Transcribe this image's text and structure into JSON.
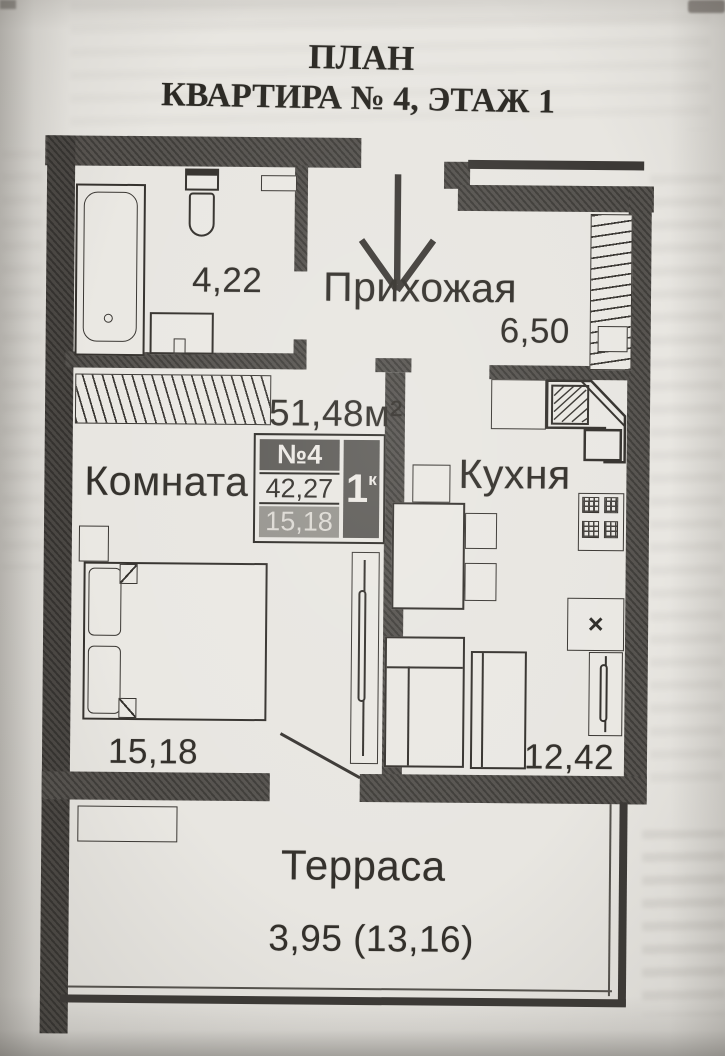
{
  "page": {
    "title_line1": "ПЛАН",
    "title_line2": "КВАРТИРА № 4, ЭТАЖ 1"
  },
  "plan": {
    "total_area": "51,48м²",
    "info_box": {
      "unit": "№4",
      "rooms_value": "1",
      "rooms_sup": "к",
      "area_mid": "42,27",
      "area_bottom": "15,18"
    },
    "rooms": {
      "bathroom": {
        "area": "4,22"
      },
      "hallway": {
        "name": "Прихожая",
        "area": "6,50"
      },
      "living_room": {
        "name": "Комната",
        "area": "15,18"
      },
      "kitchen": {
        "name": "Кухня",
        "area": "12,42"
      },
      "terrace": {
        "name": "Терраса",
        "area": "3,95 (13,16)"
      }
    },
    "symbols": {
      "fridge_mark": "×"
    }
  }
}
